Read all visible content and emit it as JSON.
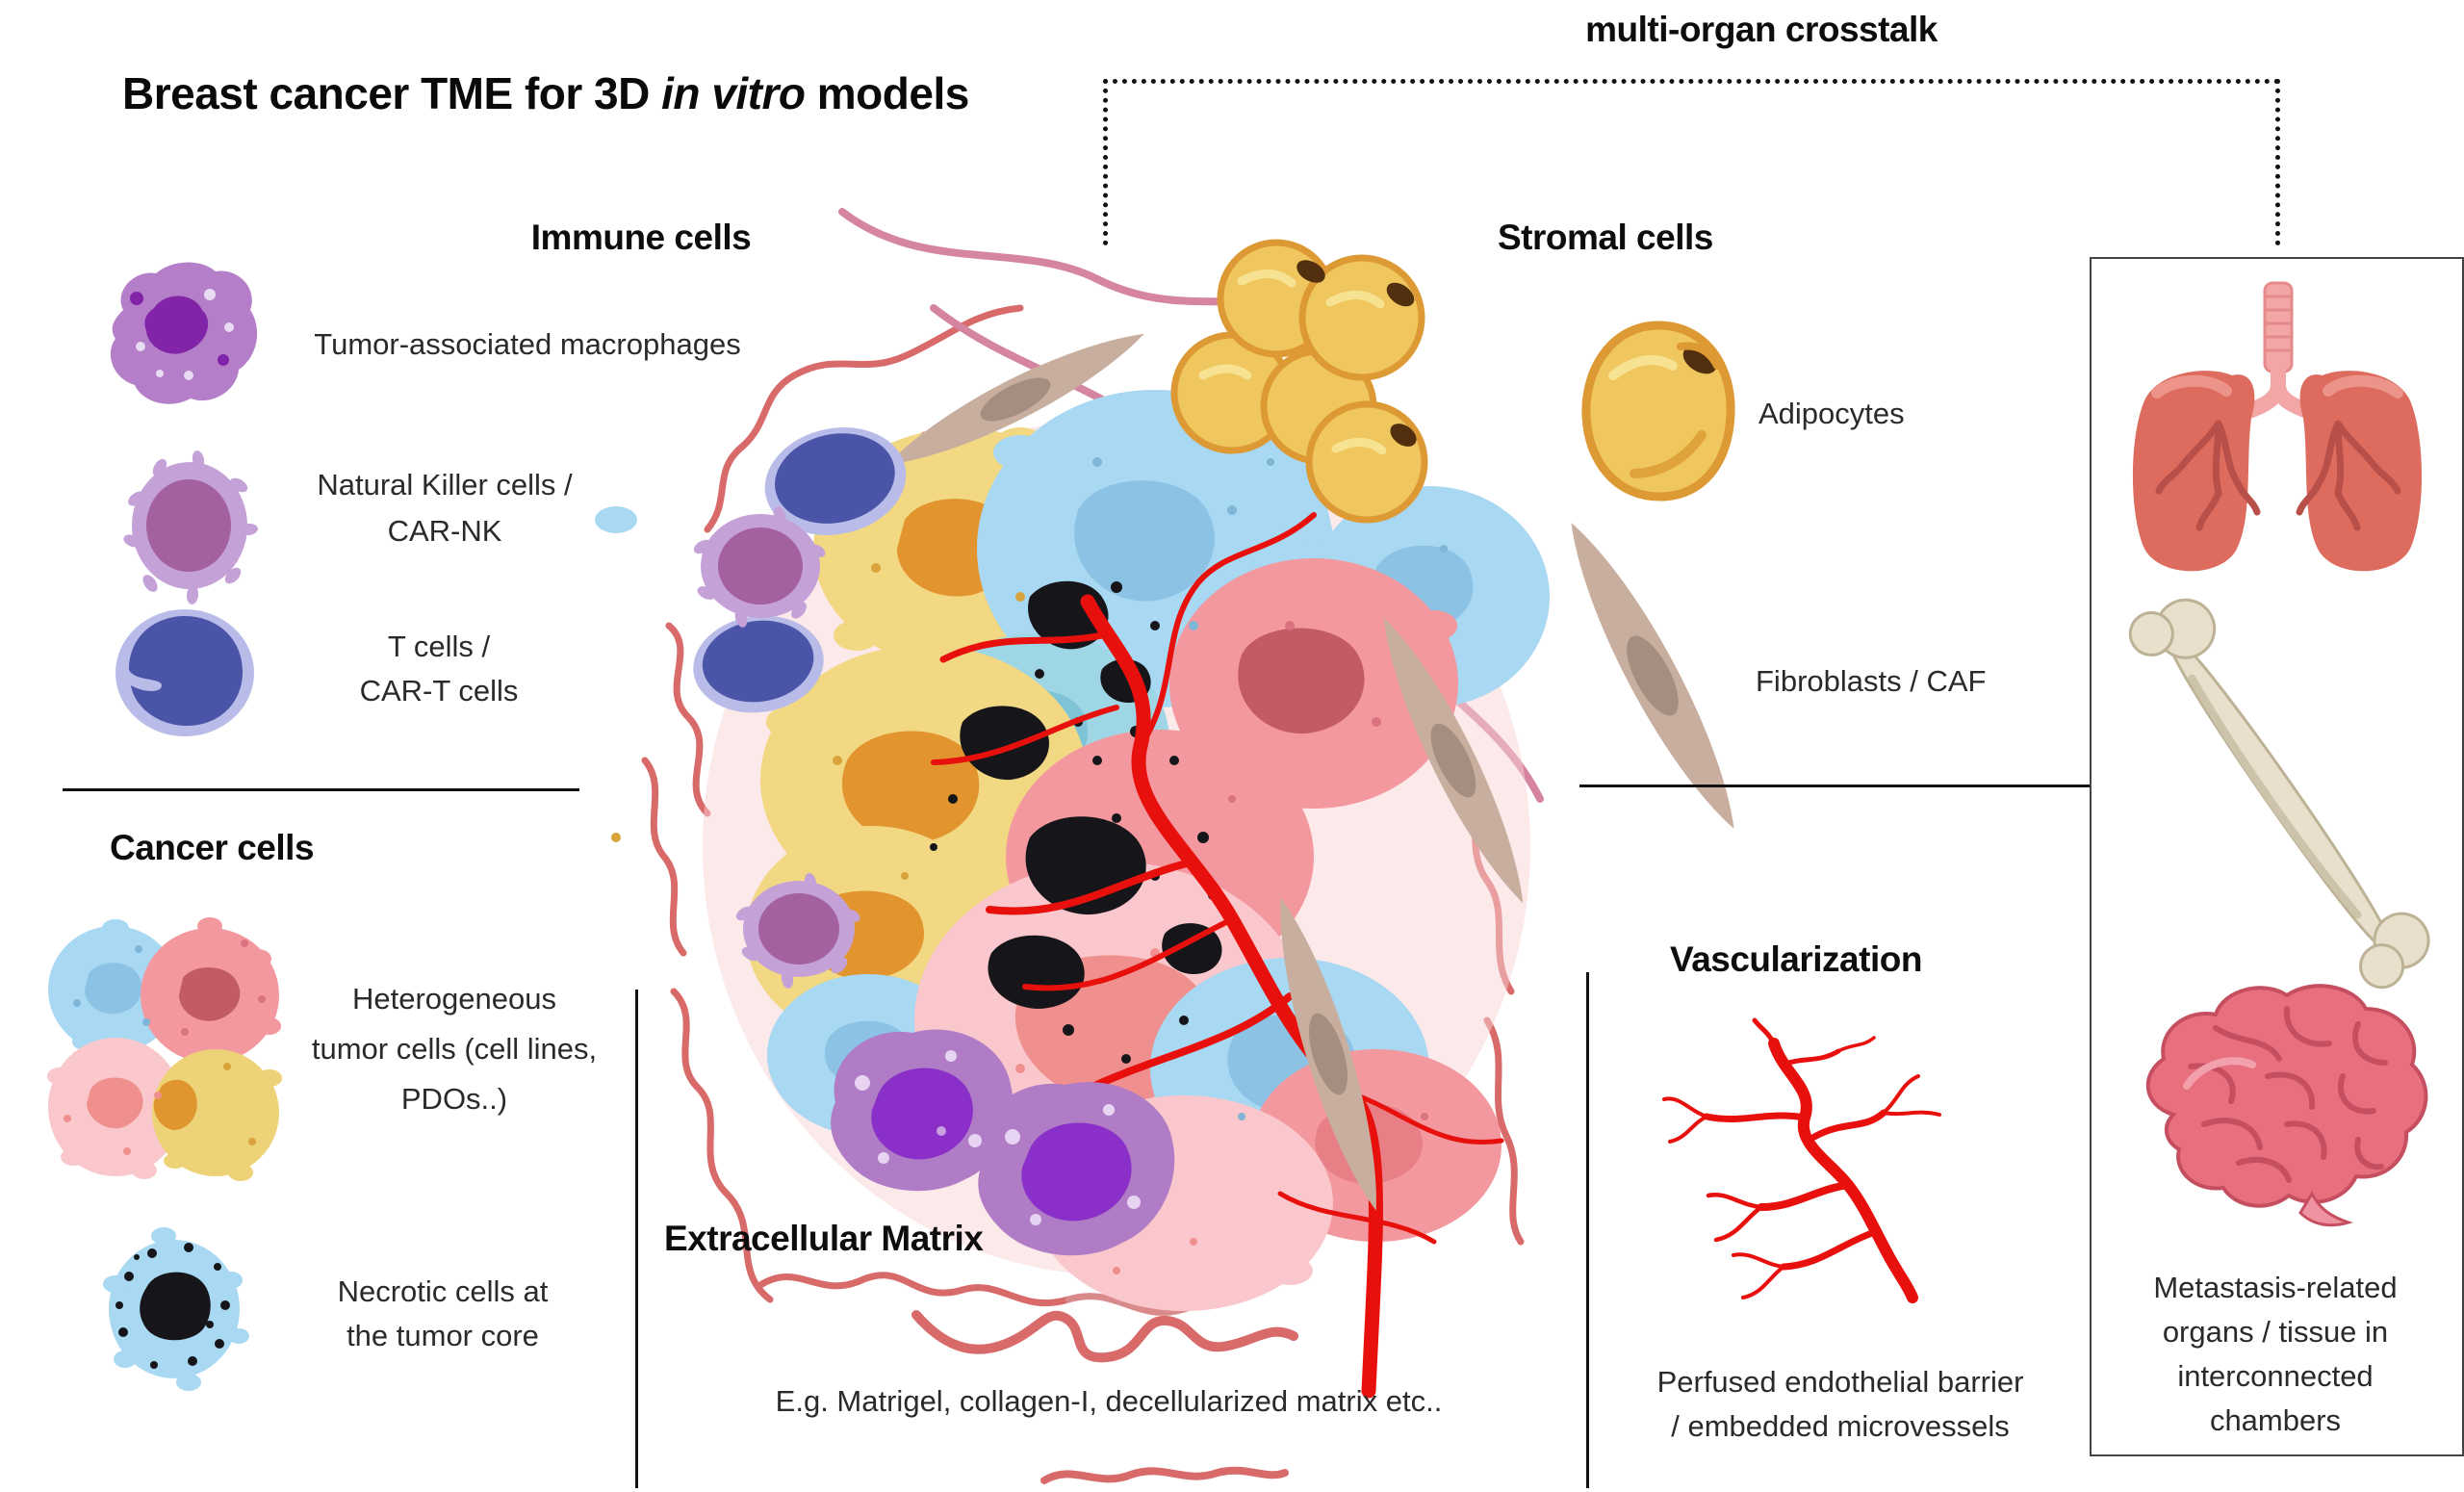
{
  "title": {
    "part1": "Breast cancer TME for 3D ",
    "italic": "in vitro",
    "part2": " models"
  },
  "crosstalk": {
    "label": "multi-organ crosstalk"
  },
  "immune": {
    "header": "Immune cells",
    "items": [
      {
        "icon": "macrophage-icon",
        "lines": [
          "Tumor-associated macrophages"
        ]
      },
      {
        "icon": "nk-cell-icon",
        "lines": [
          "Natural Killer cells /",
          "CAR-NK"
        ]
      },
      {
        "icon": "t-cell-icon",
        "lines": [
          "T cells /",
          "CAR-T cells"
        ]
      }
    ]
  },
  "cancer": {
    "header": "Cancer cells",
    "items": [
      {
        "icon": "heterogeneous-tumor-cells-icon",
        "lines": [
          "Heterogeneous",
          "tumor cells (cell lines,",
          "PDOs..)"
        ]
      },
      {
        "icon": "necrotic-cell-icon",
        "lines": [
          "Necrotic cells at",
          "the tumor core"
        ]
      }
    ]
  },
  "stromal": {
    "header": "Stromal cells",
    "items": [
      {
        "icon": "adipocyte-icon",
        "lines": [
          "Adipocytes"
        ]
      },
      {
        "icon": "fibroblast-icon",
        "lines": [
          "Fibroblasts / CAF"
        ]
      }
    ]
  },
  "ecm": {
    "header": "Extracellular Matrix",
    "caption": "E.g. Matrigel, collagen-I, decellularized matrix etc..",
    "icon": "matrix-squiggle-icon"
  },
  "vascularization": {
    "header": "Vascularization",
    "icon": "microvessel-tree-icon",
    "lines": [
      "Perfused endothelial barrier",
      "/ embedded microvessels"
    ]
  },
  "metastasis": {
    "icons": [
      "lungs-icon",
      "bone-icon",
      "brain-icon"
    ],
    "lines": [
      "Metastasis-related",
      "organs / tissue in",
      "interconnected",
      "chambers"
    ]
  },
  "tumor_illustration": {
    "name": "breast-tumor-microenvironment-illustration",
    "elements": [
      "ecm-squiggles",
      "tumor-cell-mass",
      "necrotic-core",
      "blood-vessels",
      "t-cells",
      "nk-cells",
      "macrophages",
      "adipocyte-cluster",
      "fibroblasts"
    ]
  },
  "colors": {
    "vessel_red": "#e8100c",
    "ecm_rose": "#d96a6a",
    "ecm_pink": "#d585a0",
    "adipocyte_fill": "#efc75e",
    "adipocyte_border": "#dd9933",
    "adipocyte_nucleus": "#52300f",
    "fibroblast": "#c8ae9e",
    "fibroblast_nucleus": "#a58d80",
    "t_cell": "#4a55a8",
    "t_cell_rim": "#b9bce8",
    "nk_body": "#c4a2d8",
    "nk_nucleus": "#a4619f",
    "macrophage_body": "#b07cc6",
    "macrophage_nucleus": "#8b2fc9",
    "cancer_blue": "#a8d8f2",
    "cancer_cyan": "#9fd6e6",
    "cancer_yellow": "#f2d882",
    "cancer_yellow_nucleus": "#e2952f",
    "cancer_salmon": "#f2989e",
    "cancer_salmon_nucleus": "#c25b66",
    "cancer_pink": "#fac8cc",
    "cancer_pink_nucleus": "#f0908e",
    "necrotic_black": "#16161a",
    "lungs": "#dd6b5e",
    "lungs_dark": "#b84f48",
    "trachea": "#f2a6a6",
    "bone": "#e8e0cc",
    "brain": "#e86f7e",
    "brain_dark": "#c54e60"
  }
}
